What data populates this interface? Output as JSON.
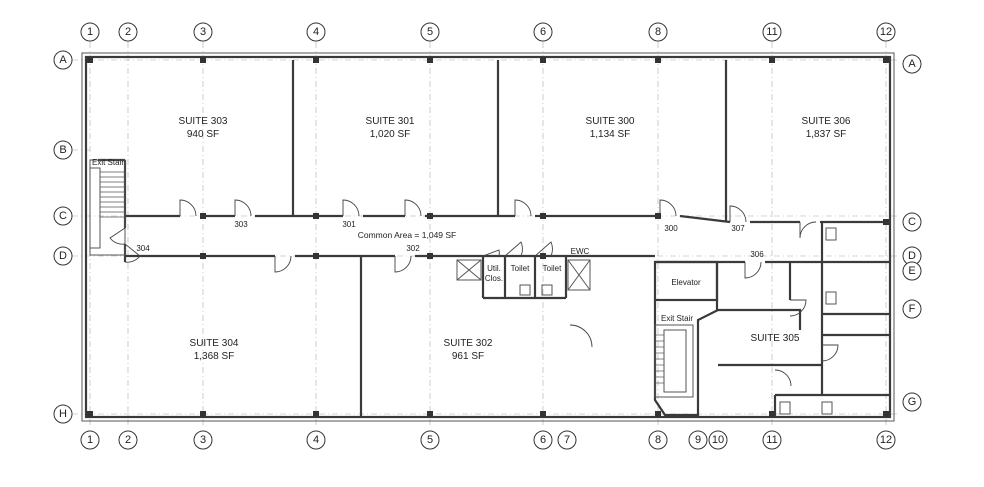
{
  "grid": {
    "columns_top": [
      "1",
      "2",
      "3",
      "4",
      "5",
      "6",
      "8",
      "11",
      "12"
    ],
    "columns_bottom": [
      "1",
      "2",
      "3",
      "4",
      "5",
      "6",
      "7",
      "8",
      "9",
      "10",
      "11",
      "12"
    ],
    "rows_left": [
      "A",
      "B",
      "C",
      "D",
      "H"
    ],
    "rows_right": [
      "A",
      "C",
      "D",
      "E",
      "F",
      "G"
    ]
  },
  "rooms": {
    "suite_303": {
      "name": "SUITE 303",
      "area": "940 SF"
    },
    "suite_301": {
      "name": "SUITE 301",
      "area": "1,020 SF"
    },
    "suite_300": {
      "name": "SUITE 300",
      "area": "1,134 SF"
    },
    "suite_306": {
      "name": "SUITE 306",
      "area": "1,837 SF"
    },
    "suite_304": {
      "name": "SUITE 304",
      "area": "1,368 SF"
    },
    "suite_302": {
      "name": "SUITE 302",
      "area": "961 SF"
    },
    "suite_305": {
      "name": "SUITE 305"
    },
    "common_area": "Common Area = 1,049 SF",
    "exit_stair_left": "Exit Stair",
    "exit_stair_right": "Exit Stair",
    "elevator": "Elevator",
    "util_clos_line1": "Util.",
    "util_clos_line2": "Clos.",
    "toilet_1": "Toilet",
    "toilet_2": "Toilet",
    "ewc": "EWC"
  },
  "door_tags": {
    "d303": "303",
    "d301": "301",
    "d300": "300",
    "d307": "307",
    "d304": "304",
    "d302": "302",
    "d306": "306"
  }
}
